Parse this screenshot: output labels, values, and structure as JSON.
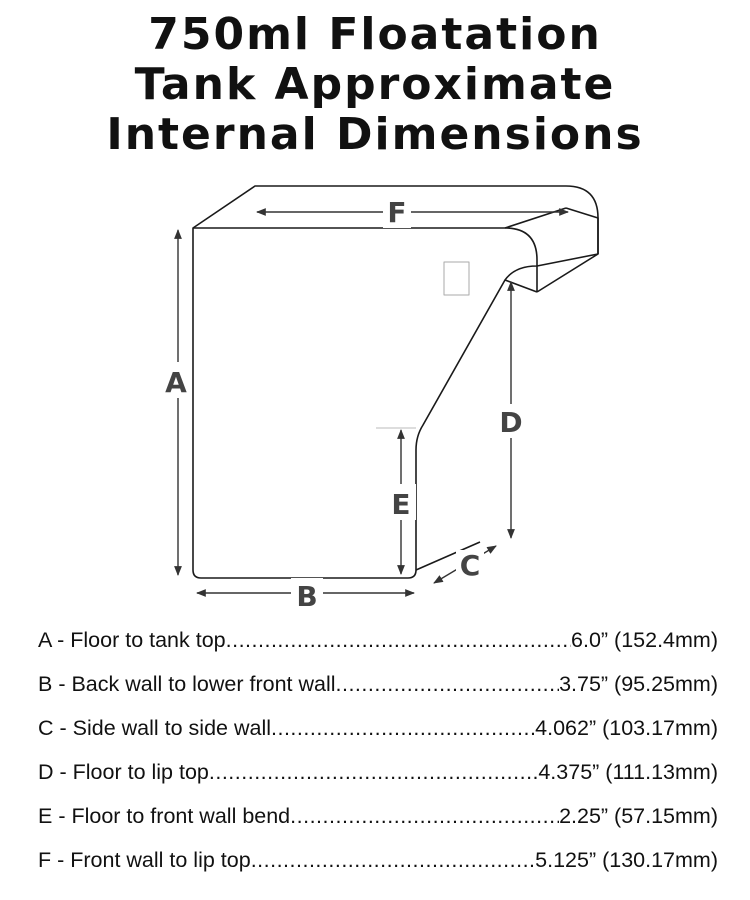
{
  "title_lines": [
    "750ml Floatation",
    "Tank Approximate",
    "Internal Dimensions"
  ],
  "labels": {
    "a": "A",
    "b": "B",
    "c": "C",
    "d": "D",
    "e": "E",
    "f": "F"
  },
  "dimensions": [
    {
      "label": "A - Floor to tank top",
      "value": "6.0” (152.4mm)"
    },
    {
      "label": "B - Back wall to lower front wall",
      "value": "3.75” (95.25mm)"
    },
    {
      "label": "C - Side wall to side wall",
      "value": "4.062” (103.17mm)"
    },
    {
      "label": "D - Floor to lip top",
      "value": " 4.375” (111.13mm)"
    },
    {
      "label": "E - Floor to front wall bend ",
      "value": "2.25” (57.15mm)"
    },
    {
      "label": "F - Front wall to lip top",
      "value": "5.125” (130.17mm)"
    }
  ],
  "colors": {
    "outline": "#1a1a1a",
    "label": "#444444",
    "arrow": "#333333"
  }
}
